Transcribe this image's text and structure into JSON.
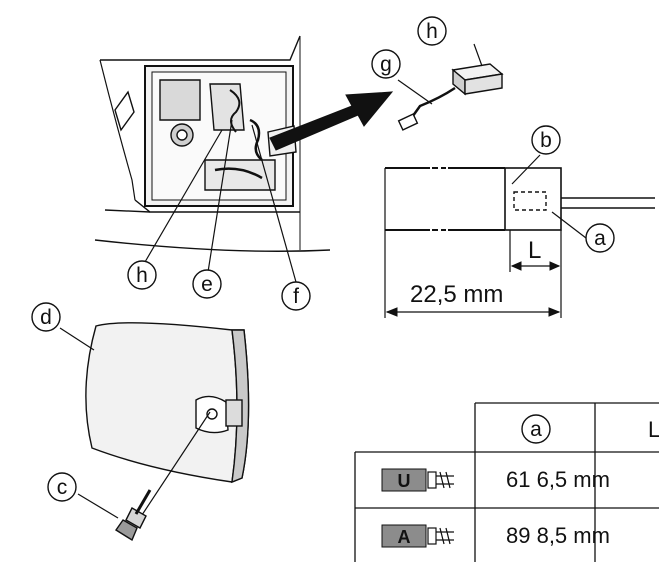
{
  "callouts": {
    "a": "a",
    "b": "b",
    "c": "c",
    "d": "d",
    "e": "e",
    "f": "f",
    "g": "g",
    "h": "h"
  },
  "dimensions": {
    "length_label": "L",
    "total_length": "22,5 mm"
  },
  "table": {
    "header_a": "a",
    "header_l": "L",
    "rows": [
      {
        "badge": "U",
        "value": "61 6,5 mm"
      },
      {
        "badge": "A",
        "value": "89 8,5 mm"
      }
    ]
  },
  "colors": {
    "line": "#111111",
    "badge_fill": "#8c8c8c",
    "panel_fill": "#ededed",
    "shade": "#bdbdbd"
  }
}
